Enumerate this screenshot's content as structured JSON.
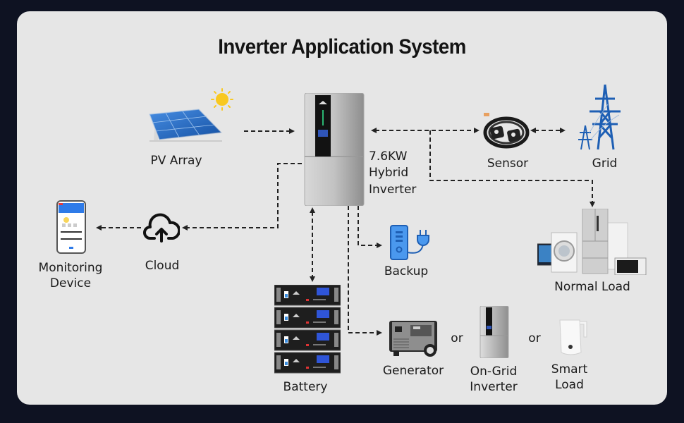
{
  "title": "Inverter Application System",
  "colors": {
    "outer_background": "#0e1222",
    "card_background": "#e6e6e6",
    "text": "#1a1a1a",
    "connector": "#222222",
    "accent_blue": "#1e5fb4",
    "sun_yellow": "#f8c820"
  },
  "nodes": {
    "pv_array": {
      "label": "PV Array",
      "icon": "solar-panel-icon"
    },
    "sun": {
      "icon": "sun-icon"
    },
    "inverter": {
      "label_line1": "7.6KW",
      "label_line2": "Hybrid",
      "label_line3": "Inverter",
      "icon": "hybrid-inverter-icon"
    },
    "sensor": {
      "label": "Sensor",
      "icon": "ct-sensor-icon"
    },
    "grid": {
      "label": "Grid",
      "icon": "power-tower-icon"
    },
    "monitoring_device": {
      "label_line1": "Monitoring",
      "label_line2": "Device",
      "icon": "smartphone-icon"
    },
    "cloud": {
      "label": "Cloud",
      "icon": "cloud-upload-icon"
    },
    "normal_load": {
      "label": "Normal Load",
      "icon": "appliances-icon"
    },
    "backup": {
      "label": "Backup",
      "icon": "backup-power-icon"
    },
    "battery": {
      "label": "Battery",
      "icon": "battery-rack-icon",
      "modules": 4
    },
    "generator": {
      "label": "Generator",
      "icon": "generator-icon"
    },
    "on_grid_inverter": {
      "label_line1": "On-Grid",
      "label_line2": "Inverter",
      "icon": "on-grid-inverter-icon"
    },
    "smart_load": {
      "label_line1": "Smart",
      "label_line2": "Load",
      "icon": "kettle-icon"
    }
  },
  "separators": {
    "or1": "or",
    "or2": "or"
  },
  "connections": [
    {
      "from": "PV Array",
      "to": "7.6KW Hybrid Inverter",
      "direction": "one-way"
    },
    {
      "from": "7.6KW Hybrid Inverter",
      "to": "Sensor",
      "direction": "two-way"
    },
    {
      "from": "Sensor",
      "to": "Grid",
      "direction": "two-way"
    },
    {
      "from": "7.6KW Hybrid Inverter",
      "to": "Normal Load",
      "direction": "one-way"
    },
    {
      "from": "7.6KW Hybrid Inverter",
      "to": "Cloud",
      "direction": "one-way"
    },
    {
      "from": "Cloud",
      "to": "Monitoring Device",
      "direction": "one-way"
    },
    {
      "from": "7.6KW Hybrid Inverter",
      "to": "Battery",
      "direction": "two-way"
    },
    {
      "from": "7.6KW Hybrid Inverter",
      "to": "Backup",
      "direction": "one-way"
    },
    {
      "from": "7.6KW Hybrid Inverter",
      "to": "Generator / On-Grid Inverter / Smart Load",
      "direction": "one-way"
    }
  ]
}
